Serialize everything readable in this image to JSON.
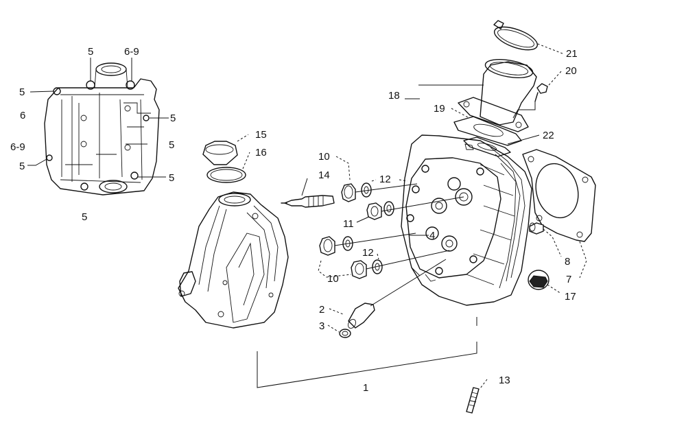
{
  "callouts": {
    "p1": "1",
    "p2": "2",
    "p3": "3",
    "p4": "4",
    "p5_a": "5",
    "p5_b": "5",
    "p5_c": "5",
    "p5_d": "5",
    "p5_e": "5",
    "p5_f": "5",
    "p5_g": "5",
    "p6": "6",
    "p6_9_a": "6-9",
    "p6_9_b": "6-9",
    "p7": "7",
    "p8": "8",
    "p10_a": "10",
    "p10_b": "10",
    "p11": "11",
    "p12_a": "12",
    "p12_b": "12",
    "p13": "13",
    "p14": "14",
    "p15": "15",
    "p16": "16",
    "p17": "17",
    "p18": "18",
    "p19": "19",
    "p20": "20",
    "p21": "21",
    "p22": "22"
  }
}
